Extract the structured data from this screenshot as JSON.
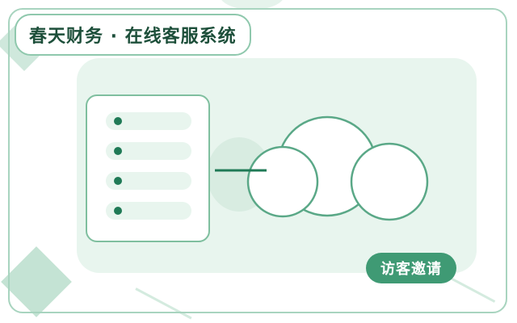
{
  "header": {
    "title": "春天财务 · 在线客服系统"
  },
  "illustration": {
    "list_rows": 4,
    "icons": [
      "list-card-icon",
      "cloud-icon",
      "connector-line-icon"
    ]
  },
  "actions": {
    "invite_label": "访客邀请"
  },
  "colors": {
    "accent": "#1f7a56",
    "button": "#3f9a74",
    "border": "#7fbf9f",
    "panel": "#e8f5ee"
  }
}
